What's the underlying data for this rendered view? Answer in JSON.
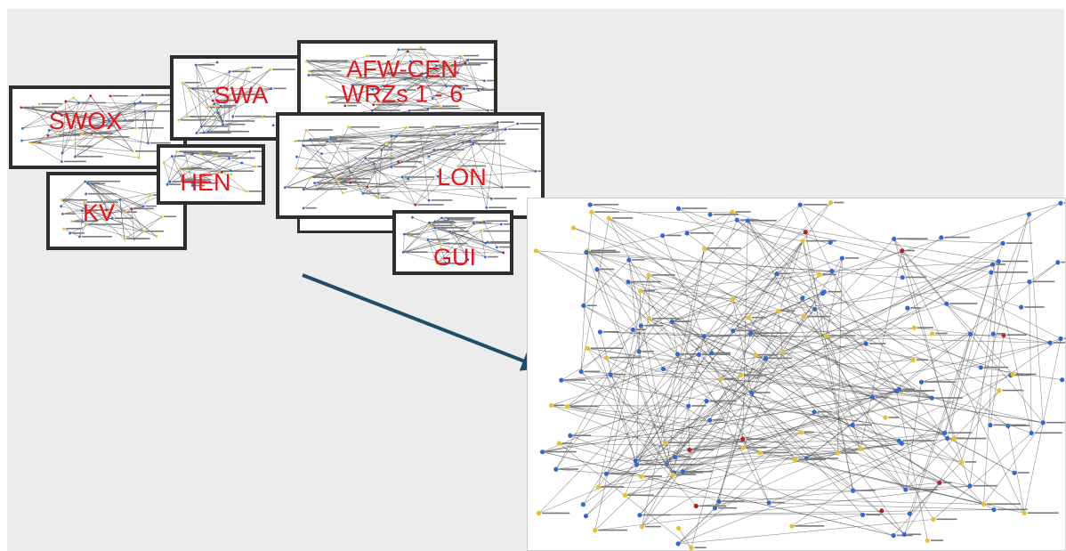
{
  "zones": [
    {
      "id": "swox",
      "label": "SWOX"
    },
    {
      "id": "kv",
      "label": "KV"
    },
    {
      "id": "swa",
      "label": "SWA"
    },
    {
      "id": "hen",
      "label": "HEN"
    },
    {
      "id": "afw-cen",
      "label": "AFW-CEN\nWRZs 1 - 6"
    },
    {
      "id": "lon",
      "label": "LON"
    },
    {
      "id": "gui",
      "label": "GUI"
    }
  ],
  "colors": {
    "label": "#e8141a",
    "frame": "#2e2e2e",
    "arrow": "#1f4e66",
    "node_blue": "#2f6ad0",
    "node_yellow": "#e7c22d",
    "node_red": "#b32020",
    "edge": "#3c3c3c"
  }
}
